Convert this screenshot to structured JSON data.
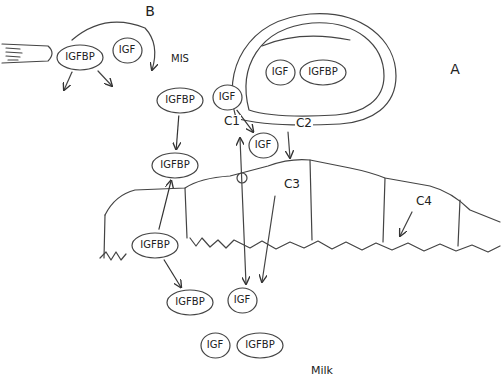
{
  "diagram": {
    "nodes": [
      {
        "text": [
          "IGFBP"
        ]
      },
      {
        "text": [
          "IGF"
        ]
      },
      {
        "text": [
          "IGF"
        ]
      },
      {
        "text": [
          "IGFBP"
        ]
      },
      {
        "text": [
          "IGFBP"
        ]
      },
      {
        "text": [
          "IGF"
        ]
      },
      {
        "text": [
          "IGF"
        ]
      },
      {
        "text": [
          "IGFBP"
        ]
      },
      {
        "text": [
          "IGFBP"
        ]
      },
      {
        "text": [
          "IGFBP"
        ]
      },
      {
        "text": [
          "IGF"
        ]
      },
      {
        "text": [
          "IGF"
        ]
      },
      {
        "text": [
          "IGFBP"
        ]
      }
    ],
    "edges": [
      {
        "from": 4,
        "to": 7,
        "arrow": "to"
      },
      {
        "from": 5,
        "to": 6,
        "arrow": "to"
      },
      {
        "from": 8,
        "to": 7,
        "arrow": "to"
      },
      {
        "from": 8,
        "to": 9,
        "arrow": "to"
      }
    ],
    "labels": [
      "B",
      "MIS",
      "A",
      "C1",
      "C2",
      "C3",
      "C4",
      "Milk"
    ]
  }
}
